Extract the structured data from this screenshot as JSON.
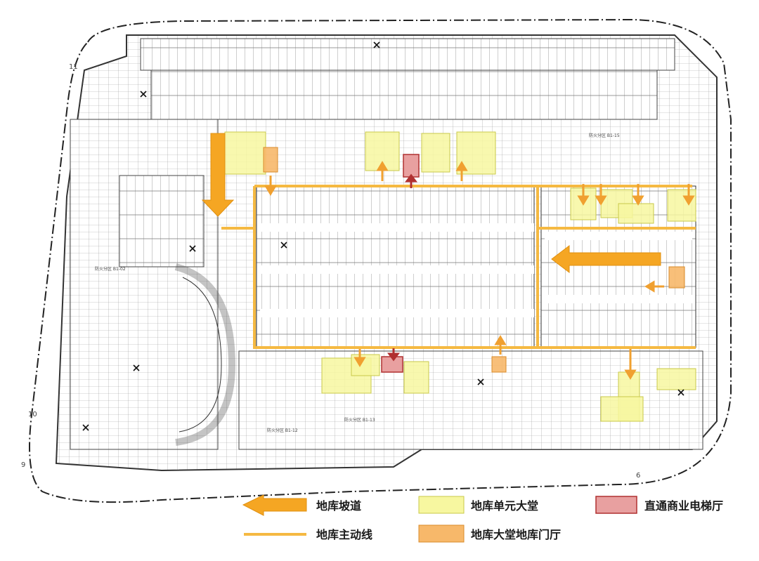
{
  "legend": {
    "ramp": {
      "label": "地库坡道",
      "color": "#f5a623"
    },
    "main_route": {
      "label": "地库主动线",
      "color": "#f5b942"
    },
    "unit_lobby": {
      "label": "地库单元大堂",
      "color": "#f7f7a0"
    },
    "lobby_entrance": {
      "label": "地库大堂地库门厅",
      "color": "#f7b86a"
    },
    "commercial_elevator": {
      "label": "直通商业电梯厅",
      "color": "#e8a0a0"
    }
  },
  "grid_labels": {
    "g11": "11",
    "g10": "10",
    "g9": "9",
    "g6": "6"
  },
  "room_notes": {
    "fire_zone_1": "防火分区 B1-15",
    "fire_zone_2": "防火分区 B1-13",
    "fire_zone_3": "防火分区 B1-02",
    "fire_zone_4": "防火分区 B1-12"
  }
}
